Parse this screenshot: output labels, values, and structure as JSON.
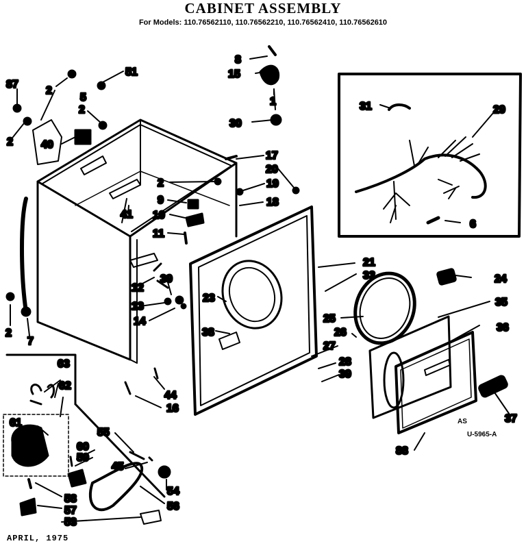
{
  "title": "CABINET ASSEMBLY",
  "models": "For Models: 110.76562110, 110.76562210, 110.76562410, 110.76562610",
  "date": "APRIL, 1975",
  "code": "U-5965-A",
  "as_mark": "AS",
  "colors": {
    "ink": "#000000",
    "paper": "#ffffff"
  },
  "parts": [
    {
      "key": "p8a",
      "text": "8"
    },
    {
      "key": "p15",
      "text": "15"
    },
    {
      "key": "p1",
      "text": "1"
    },
    {
      "key": "p30",
      "text": "30"
    },
    {
      "key": "p17",
      "text": "17"
    },
    {
      "key": "p20",
      "text": "20"
    },
    {
      "key": "p19",
      "text": "19"
    },
    {
      "key": "p18",
      "text": "18"
    },
    {
      "key": "p2a",
      "text": "2"
    },
    {
      "key": "p9",
      "text": "9"
    },
    {
      "key": "p10",
      "text": "10"
    },
    {
      "key": "p11",
      "text": "11"
    },
    {
      "key": "p41",
      "text": "41"
    },
    {
      "key": "p51",
      "text": "51"
    },
    {
      "key": "p87",
      "text": "87"
    },
    {
      "key": "p2b",
      "text": "2"
    },
    {
      "key": "p5",
      "text": "5"
    },
    {
      "key": "p2c",
      "text": "2"
    },
    {
      "key": "p2d",
      "text": "2"
    },
    {
      "key": "p40",
      "text": "40"
    },
    {
      "key": "p31",
      "text": "31"
    },
    {
      "key": "p29",
      "text": "29"
    },
    {
      "key": "p6",
      "text": "6"
    },
    {
      "key": "p21",
      "text": "21"
    },
    {
      "key": "p33",
      "text": "33"
    },
    {
      "key": "p24",
      "text": "24"
    },
    {
      "key": "p35",
      "text": "35"
    },
    {
      "key": "p25",
      "text": "25"
    },
    {
      "key": "p26",
      "text": "26"
    },
    {
      "key": "p27",
      "text": "27"
    },
    {
      "key": "p28",
      "text": "28"
    },
    {
      "key": "p39a",
      "text": "39"
    },
    {
      "key": "p36",
      "text": "36"
    },
    {
      "key": "p37",
      "text": "37"
    },
    {
      "key": "p88",
      "text": "88"
    },
    {
      "key": "p23",
      "text": "23"
    },
    {
      "key": "p38",
      "text": "38"
    },
    {
      "key": "p12",
      "text": "12"
    },
    {
      "key": "p39b",
      "text": "39"
    },
    {
      "key": "p13",
      "text": "13"
    },
    {
      "key": "p14",
      "text": "14"
    },
    {
      "key": "p2e",
      "text": "2"
    },
    {
      "key": "p7",
      "text": "7"
    },
    {
      "key": "p44",
      "text": "44"
    },
    {
      "key": "p16",
      "text": "16"
    },
    {
      "key": "p63",
      "text": "63"
    },
    {
      "key": "p62",
      "text": "62"
    },
    {
      "key": "p61",
      "text": "61"
    },
    {
      "key": "p55",
      "text": "55"
    },
    {
      "key": "p60",
      "text": "60"
    },
    {
      "key": "p59",
      "text": "59"
    },
    {
      "key": "p45",
      "text": "45"
    },
    {
      "key": "p54",
      "text": "54"
    },
    {
      "key": "p56",
      "text": "56"
    },
    {
      "key": "p58",
      "text": "58"
    },
    {
      "key": "p57",
      "text": "57"
    },
    {
      "key": "p53",
      "text": "53"
    }
  ]
}
